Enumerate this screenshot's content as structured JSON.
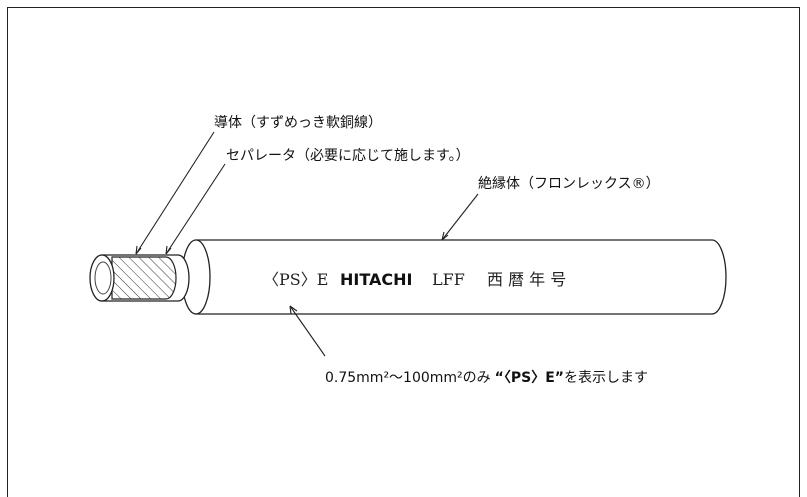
{
  "labels": {
    "conductor": "導体（すずめっき軟銅線）",
    "separator": "セパレータ（必要に応じて施します。）",
    "insulation": "絶縁体（フロンレックス®）",
    "note_prefix": "0.75mm²〜100mm²のみ",
    "note_quote": "“〈PS〉E”",
    "note_suffix": "を表示します"
  },
  "cable_print": {
    "ps_mark": "〈PS〉E",
    "brand": "HITACHI",
    "type": "LFF",
    "year": "西 暦 年 号"
  }
}
